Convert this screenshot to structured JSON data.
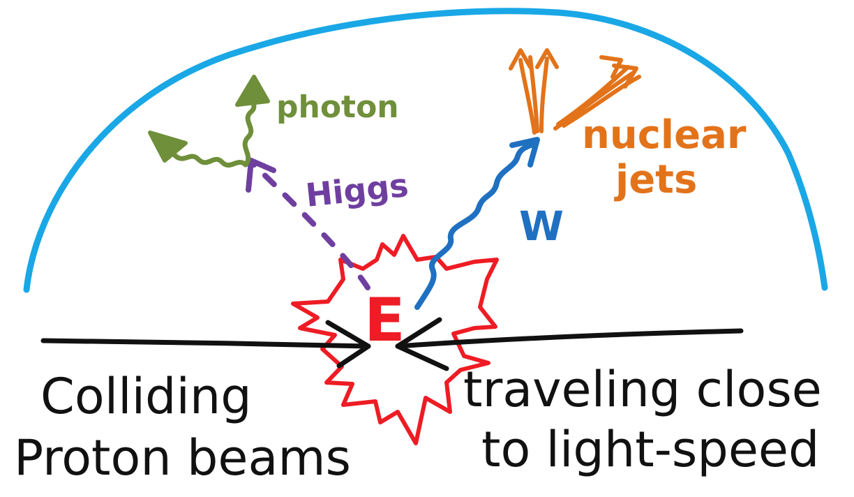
{
  "labels": {
    "photon": "photon",
    "higgs": "Higgs",
    "w_boson": "W",
    "nuclear": "nuclear",
    "jets": "jets",
    "energy": "E",
    "beams_line1": "Colliding",
    "beams_line2": "Proton beams",
    "speed_line1": "traveling close",
    "speed_line2": "to light-speed"
  },
  "colors": {
    "detector_dome": "#1aa7e6",
    "photon": "#6f8f3a",
    "higgs": "#6f3fa0",
    "w_boson": "#1f70c1",
    "jets": "#e2731a",
    "explosion": "#ee1c24",
    "beams": "#111111"
  }
}
